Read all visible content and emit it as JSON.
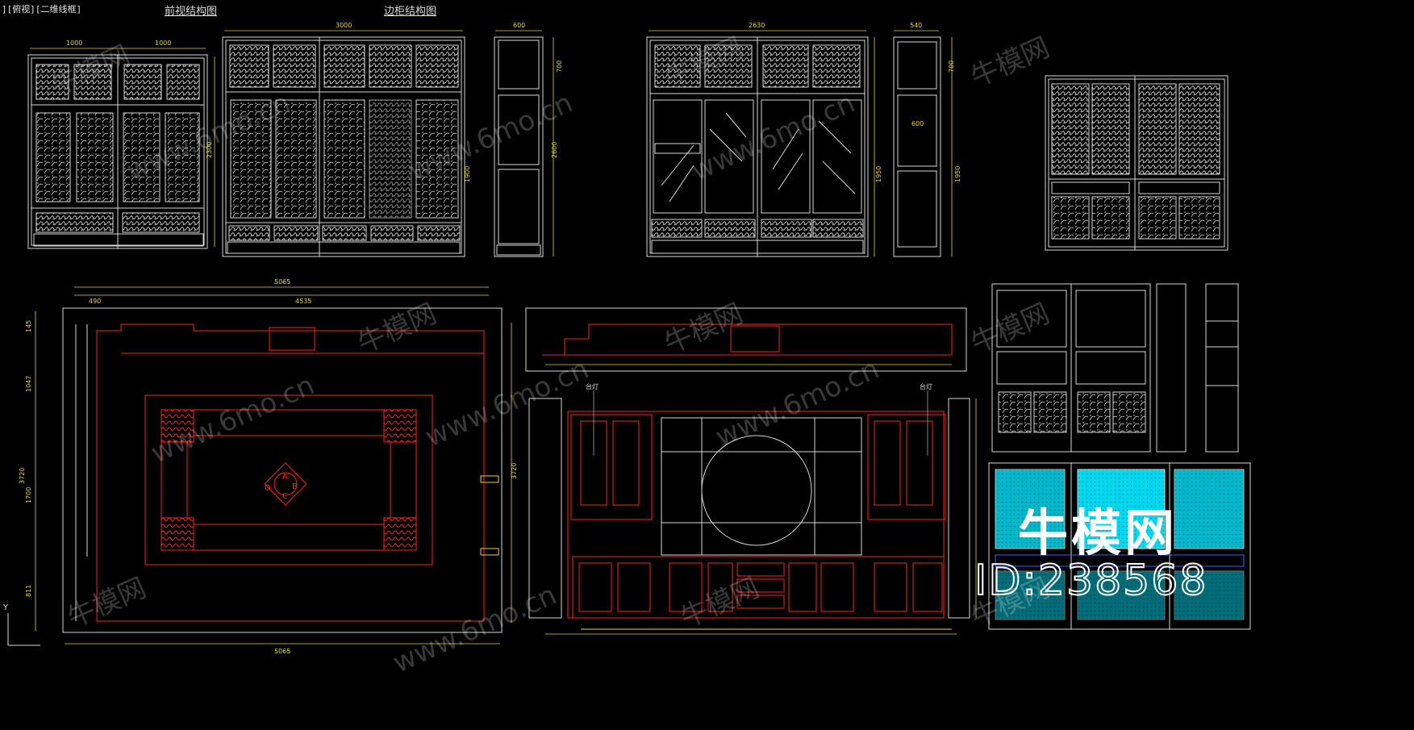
{
  "viewport_label": "][俯视][二维线框]",
  "titles": {
    "front_view": "前视结构图",
    "side_view": "边柜结构图"
  },
  "dimensions": {
    "d1000a": "1000",
    "d1000b": "1000",
    "d2300": "2300",
    "d3000": "3000",
    "d600a": "600",
    "d700a": "700",
    "d1900a": "1900",
    "d2600a": "2600",
    "d2630": "2630",
    "d540": "540",
    "d700b": "700",
    "d600b": "600",
    "d1950a": "1950",
    "d1950b": "1950",
    "d5065top": "5065",
    "d490": "490",
    "d4535": "4535",
    "d3720l": "3720",
    "d3720r": "3720",
    "d145": "145",
    "d1047": "1047",
    "d1700": "1700",
    "d811": "811",
    "d5065bot": "5065"
  },
  "room_labels": [
    "A",
    "B",
    "C",
    "D"
  ],
  "callouts": [
    "台灯",
    "台灯"
  ],
  "watermark": {
    "brand": "牛模网",
    "id": "ID:238568",
    "ghost": [
      "牛模网",
      "www.6mo.cn"
    ]
  },
  "colors": {
    "background": "#000000",
    "line": "#d8d8d8",
    "red": "#ff2020",
    "cyan": "#00e5ff",
    "yellow": "#e8d23a"
  },
  "ucs_axis": "Y"
}
